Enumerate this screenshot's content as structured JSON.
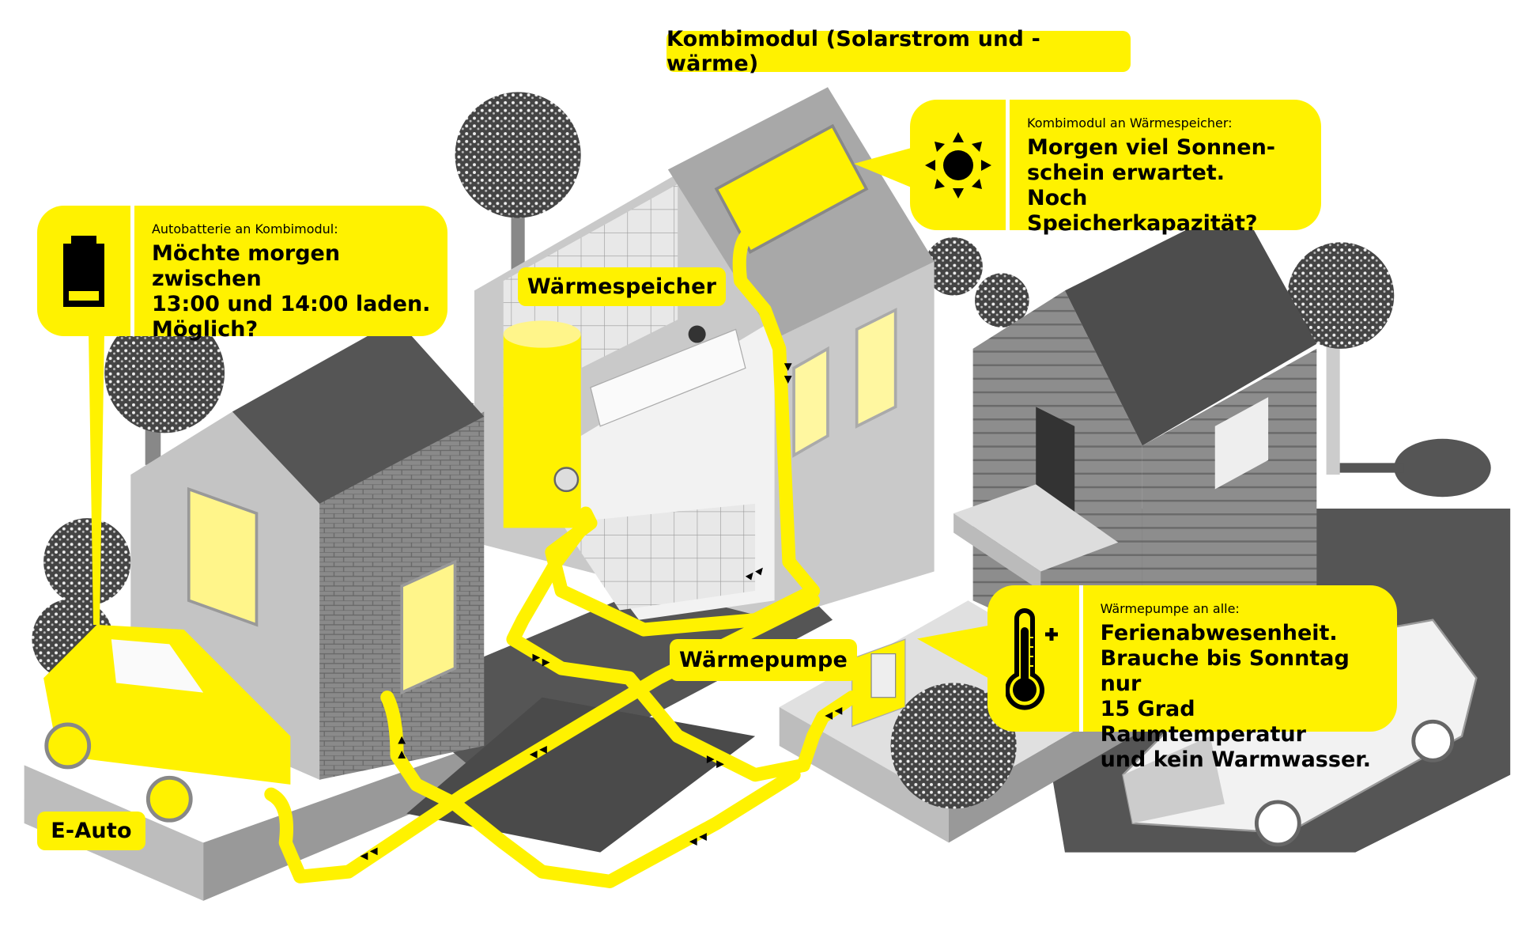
{
  "colors": {
    "accent": "#FFF200",
    "ink": "#000000"
  },
  "labels": {
    "kombimodul": "Kombimodul (Solarstrom und -wärme)",
    "waermespeicher": "Wärmespeicher",
    "waermepumpe": "Wärmepumpe",
    "eauto": "E-Auto"
  },
  "bubbles": {
    "battery": {
      "icon": "battery-low-icon",
      "sender": "Autobatterie an Kombimodul:",
      "message": "Möchte morgen zwischen\n13:00 und 14:00 laden.\nMöglich?"
    },
    "sun": {
      "icon": "sun-icon",
      "sender": "Kombimodul an Wärmespeicher:",
      "message": "Morgen viel Sonnen-\nschein erwartet.\nNoch Speicherkapazität?"
    },
    "thermo": {
      "icon": "thermometer-plus-icon",
      "sender": "Wärmepumpe an alle:",
      "message": "Ferienabwesenheit.\nBrauche bis Sonntag nur\n15 Grad Raumtemperatur\nund kein Warmwasser."
    }
  }
}
